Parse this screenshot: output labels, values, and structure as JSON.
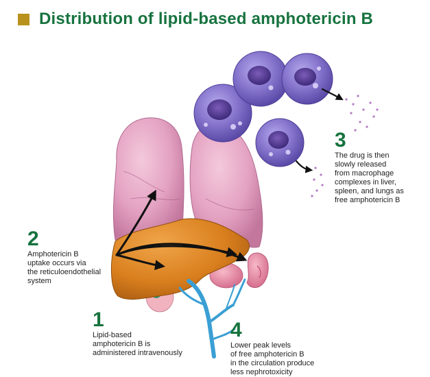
{
  "title": "Distribution of lipid-based amphotericin B",
  "colors": {
    "title_green": "#17733f",
    "title_square": "#b8921c",
    "lung_pink": "#e4a0c0",
    "liver_orange": "#d9801f",
    "kidney_pink": "#e68aa5",
    "vessel_blue": "#3a9fd4",
    "macrophage_purple": "#7d6cc4"
  },
  "steps": [
    {
      "number": "1",
      "lines": [
        "Lipid-based",
        "amphotericin B is",
        "administered intravenously"
      ]
    },
    {
      "number": "2",
      "lines": [
        "Amphotericin B",
        "uptake occurs via",
        "the reticuloendothelial",
        "system"
      ]
    },
    {
      "number": "3",
      "lines": [
        "The drug is then",
        "slowly released",
        "from macrophage",
        "complexes in liver,",
        "spleen, and lungs as",
        "free amphotericin B"
      ]
    },
    {
      "number": "4",
      "lines": [
        "Lower peak levels",
        "of free amphotericin B",
        "in the circulation produce",
        "less nephrotoxicity"
      ]
    }
  ]
}
